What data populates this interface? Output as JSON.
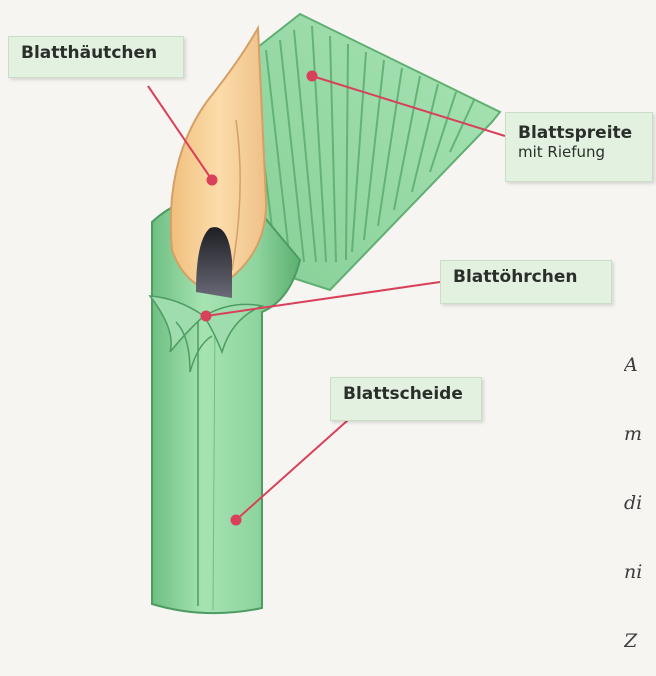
{
  "labels": {
    "blatthaeutchen": "Blatthäutchen",
    "blattspreite": "Blattspreite",
    "blattspreite_sub": "mit Riefung",
    "blattoehrchen": "Blattöhrchen",
    "blattscheide": "Blattscheide"
  },
  "caption_fragment": [
    "A",
    "m",
    "di",
    "ni",
    "Z"
  ],
  "colors": {
    "background": "#f6f5f1",
    "label_fill": "#e3f1e1",
    "leader_line": "#d9405a",
    "leaf_green": "#8fd59f",
    "ligule": "#f3c98d"
  }
}
